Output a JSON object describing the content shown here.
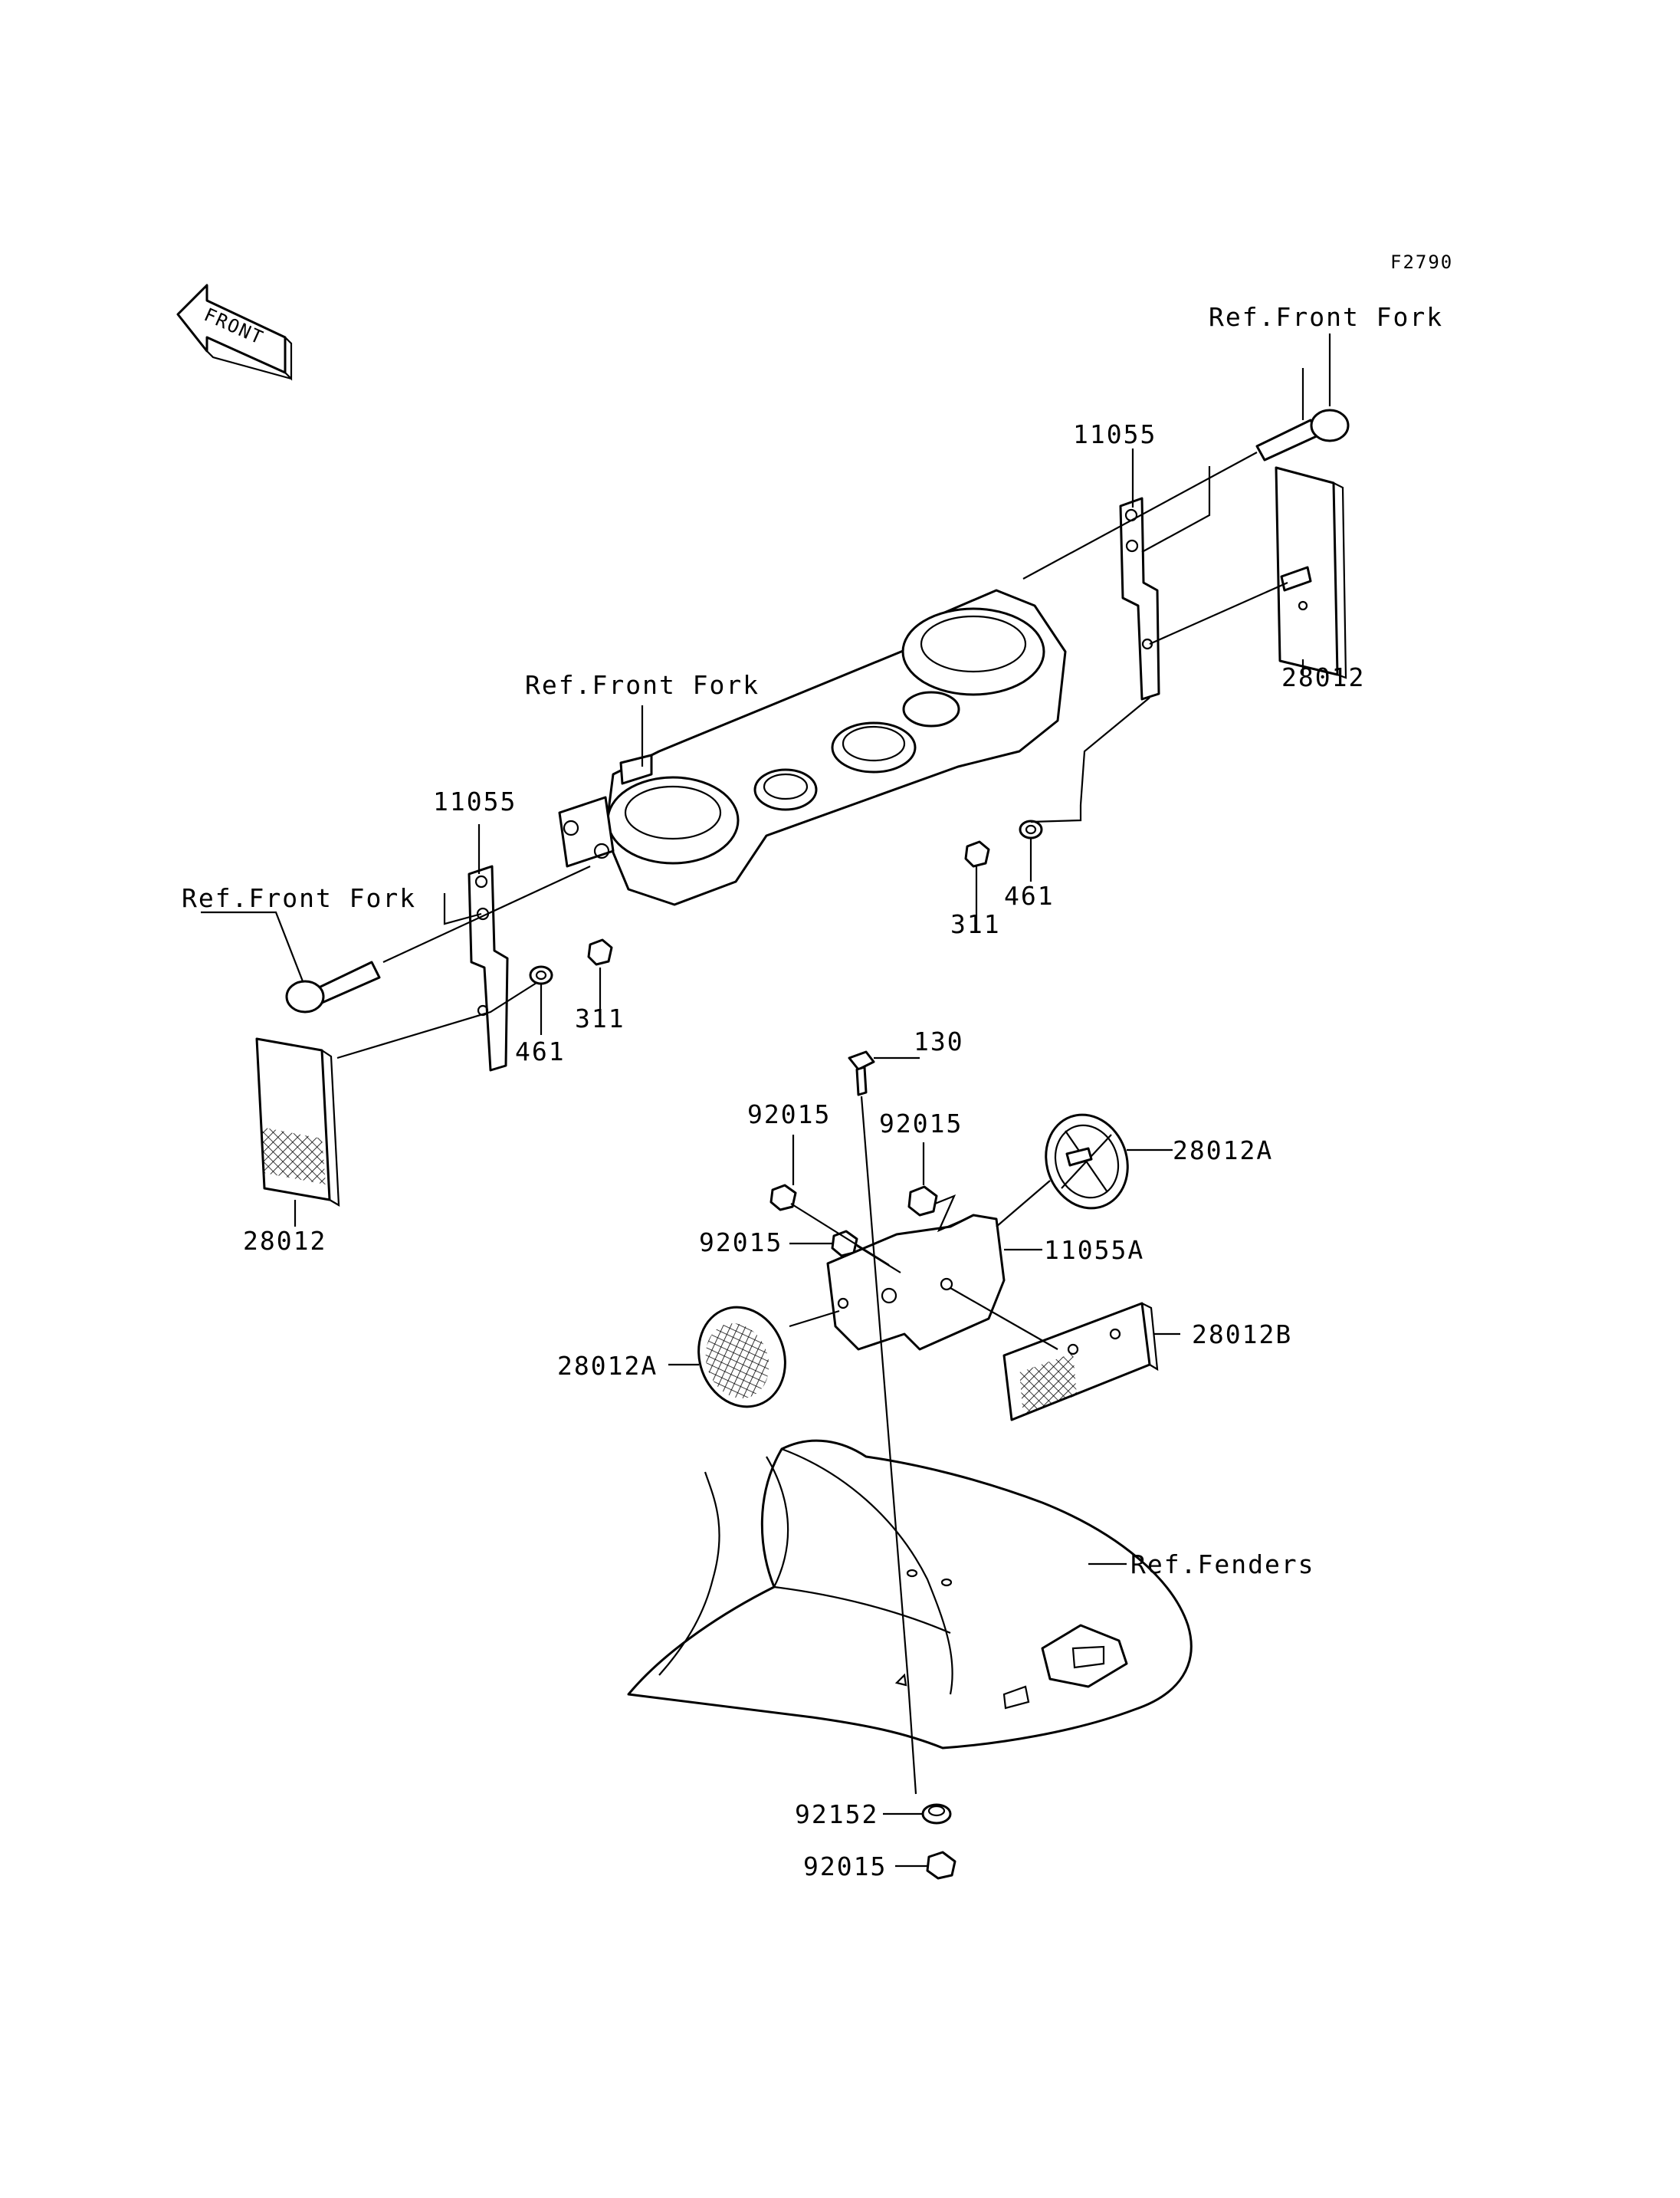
{
  "figure_code": "F2790",
  "front_arrow": {
    "label": "FRONT",
    "icon": "front-direction-arrow-icon"
  },
  "callouts": {
    "ref_front_fork_top": "Ref.Front Fork",
    "ref_front_fork_mid": "Ref.Front Fork",
    "ref_front_fork_left": "Ref.Front Fork",
    "ref_fenders": "Ref.Fenders",
    "bracket_right": "11055",
    "bracket_left": "11055",
    "bracket_a": "11055A",
    "reflector_right": "28012",
    "reflector_left": "28012",
    "reflector_a_right": "28012A",
    "reflector_a_left": "28012A",
    "reflector_b": "28012B",
    "washer_right": "461",
    "washer_left": "461",
    "nut_right": "311",
    "nut_left": "311",
    "bolt_130": "130",
    "nut_92015_1": "92015",
    "nut_92015_2": "92015",
    "nut_92015_3": "92015",
    "nut_92015_bottom": "92015",
    "grommet": "92152"
  }
}
